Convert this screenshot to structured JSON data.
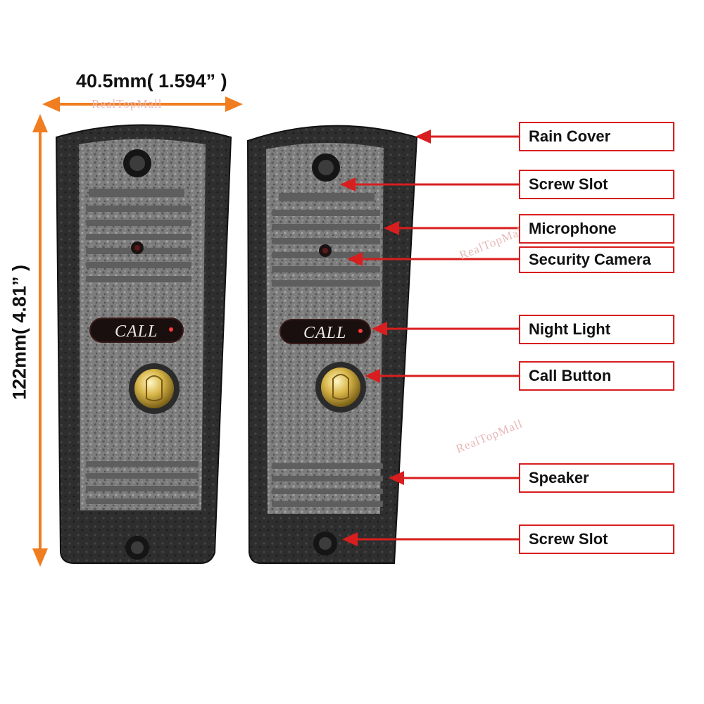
{
  "dimensions": {
    "width": "40.5mm( 1.594” )",
    "height": "122mm( 4.81” )"
  },
  "device": {
    "call_text": "CALL"
  },
  "watermark": "RealTopMall",
  "labels": [
    "Rain Cover",
    "Screw Slot",
    "Microphone",
    "Security Camera",
    "Night Light",
    "Call Button",
    "Speaker",
    "Screw Slot"
  ],
  "colors": {
    "arrow_orange": "#f07d1f",
    "pointer_red": "#d81e1e",
    "label_border": "#d81e1e",
    "panel_grey": "#7a7a7a",
    "housing_dark": "#2a2a2a"
  }
}
